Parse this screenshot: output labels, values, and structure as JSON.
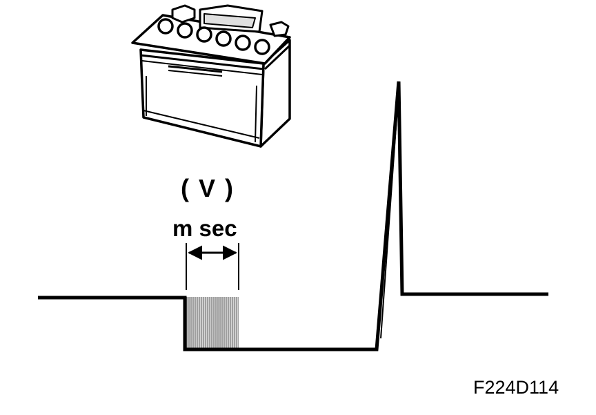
{
  "labels": {
    "unit": "( V )",
    "time": "m sec",
    "figure_id": "F224D114"
  },
  "colors": {
    "line": "#000000",
    "fill": "#ffffff",
    "shade": "#9a9a9a"
  },
  "icons": {
    "battery": "car-battery-icon"
  }
}
